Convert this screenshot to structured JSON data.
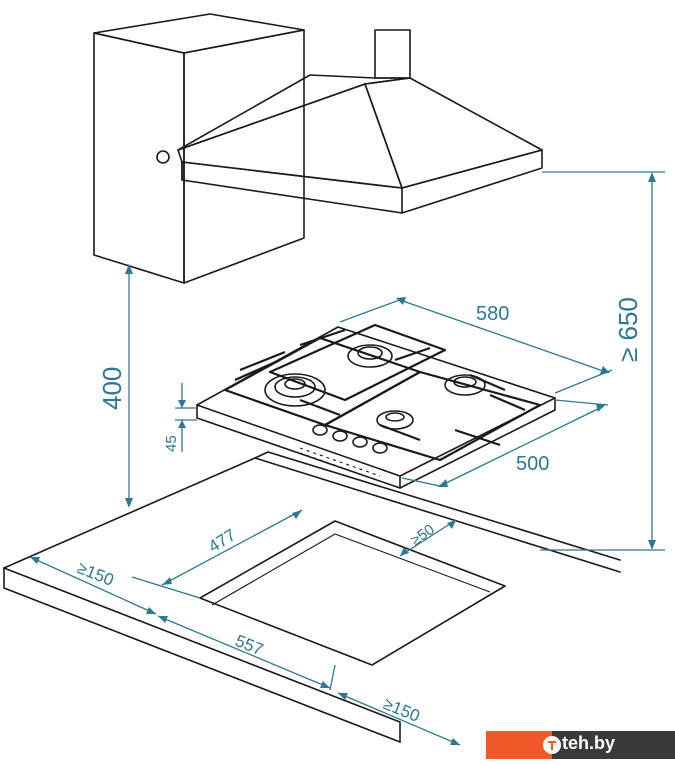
{
  "dimensions": {
    "hood_height": "≥ 650",
    "hood_clearance": "400",
    "hob_width": "580",
    "hob_depth": "500",
    "hob_thickness": "45",
    "cutout_depth": "477",
    "cutout_width": "557",
    "back_clearance": "≥50",
    "left_clearance": "≥150",
    "front_clearance": "≥150"
  },
  "watermark": {
    "text": "teh.by"
  },
  "colors": {
    "dimension": "#2e7891",
    "outline": "#1a1a1a",
    "brand_orange": "#f05a28",
    "brand_dark": "#3a3a3a"
  }
}
